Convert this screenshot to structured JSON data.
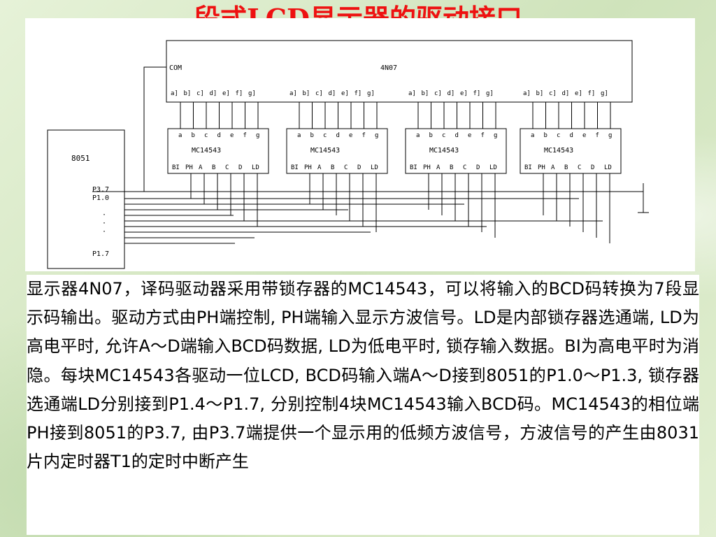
{
  "slide": {
    "title": "段式LCD显示器的驱动接口",
    "accent_color": "#ee1111",
    "background_color": "#d9ebc8"
  },
  "diagram": {
    "display_label": "4N07",
    "com_label": "COM",
    "segment_pins": [
      "a]",
      "b]",
      "c]",
      "d]",
      "e]",
      "f]",
      "g]"
    ],
    "decoder_label": "MC14543",
    "decoder_top_pins": [
      "a",
      "b",
      "c",
      "d",
      "e",
      "f",
      "g"
    ],
    "decoder_bottom_pins": [
      "BI",
      "PH",
      "A",
      "B",
      "C",
      "D",
      "LD"
    ],
    "mcu_label": "8051",
    "mcu_pins": [
      "P3.7",
      "P1.0",
      "·",
      "·",
      "·",
      "P1.7"
    ]
  },
  "body": {
    "text": "显示器4N07，译码驱动器采用带锁存器的MC14543，可以将输入的BCD码转换为7段显示码输出。驱动方式由PH端控制, PH端输入显示方波信号。LD是内部锁存器选通端, LD为高电平时, 允许A～D端输入BCD码数据, LD为低电平时, 锁存输入数据。BI为高电平时为消隐。每块MC14543各驱动一位LCD, BCD码输入端A～D接到8051的P1.0～P1.3, 锁存器选通端LD分别接到P1.4～P1.7, 分别控制4块MC14543输入BCD码。MC14543的相位端PH接到8051的P3.7, 由P3.7端提供一个显示用的低频方波信号，方波信号的产生由8031片内定时器T1的定时中断产生"
  }
}
